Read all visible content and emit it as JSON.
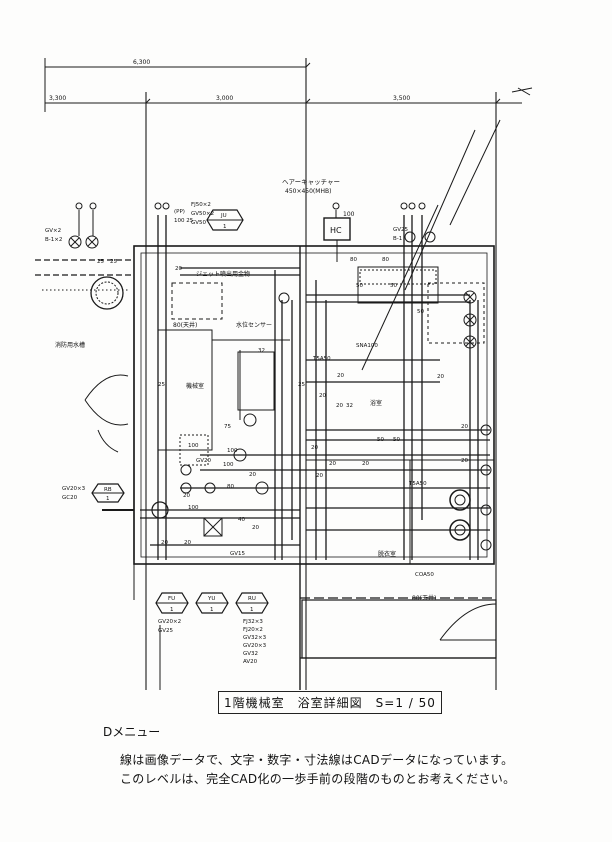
{
  "dims": {
    "overall": "6,300",
    "d1": "3,300",
    "d2": "3,000",
    "d3": "3,500"
  },
  "labels": {
    "hair_catcher": "ヘアーキャッチャー",
    "hair_catcher_size": "450×450(MHB)",
    "hc": "HC",
    "ju": "JU",
    "rb": "RB",
    "fu": "FU",
    "yu": "YU",
    "ru": "RU",
    "unit_one": "1",
    "jet_metal": "ジェット噴出用金物",
    "water_sensor": "水位センサー",
    "fire_tank": "消防用水槽",
    "machine_room": "機械室",
    "bathroom": "浴室",
    "dressing_room": "脱衣室",
    "ceiling80": "80(天井)",
    "ceiling80b": "80(天井)",
    "gv_b_left": "GV×2",
    "gv_b_left2": "B-1×2",
    "gv25_b1_a": "GV25",
    "gv25_b1_b": "B-1",
    "pp": "(PP)",
    "pp_size": "100 25",
    "fj_group": [
      "FJ50×2",
      "GV50×2",
      "GV50"
    ],
    "gv20_gc20": [
      "GV20×3",
      "GC20"
    ],
    "fu_spec": [
      "GV20×2",
      "GV25"
    ],
    "ru_spec": [
      "FJ32×3",
      "FJ20×2",
      "GV32×3",
      "GV20×3",
      "GV32",
      "AV20"
    ],
    "gv20_small": "GV20",
    "gv15": "GV15",
    "sna100": "SNA100",
    "t5a50_a": "T5A50",
    "t5a50_b": "T5A50",
    "coa50": "COA50",
    "dim_100": "100",
    "dims_misc": [
      "25",
      "25",
      "20",
      "80",
      "50",
      "50",
      "32",
      "50",
      "20",
      "20",
      "20",
      "32",
      "20",
      "25",
      "25",
      "75",
      "20",
      "100",
      "100",
      "20",
      "20",
      "20",
      "20",
      "50",
      "50",
      "20",
      "100",
      "20",
      "80",
      "20",
      "100",
      "40",
      "20",
      "20",
      "20",
      "80"
    ]
  },
  "title": "1階機械室　浴室詳細図　S=1 / 50",
  "menu_label": "Dメニュー",
  "notes": [
    "線は画像データで、文字・数字・寸法線はCADデータになっています。",
    "このレベルは、完全CAD化の一歩手前の段階のものとお考えください。"
  ]
}
